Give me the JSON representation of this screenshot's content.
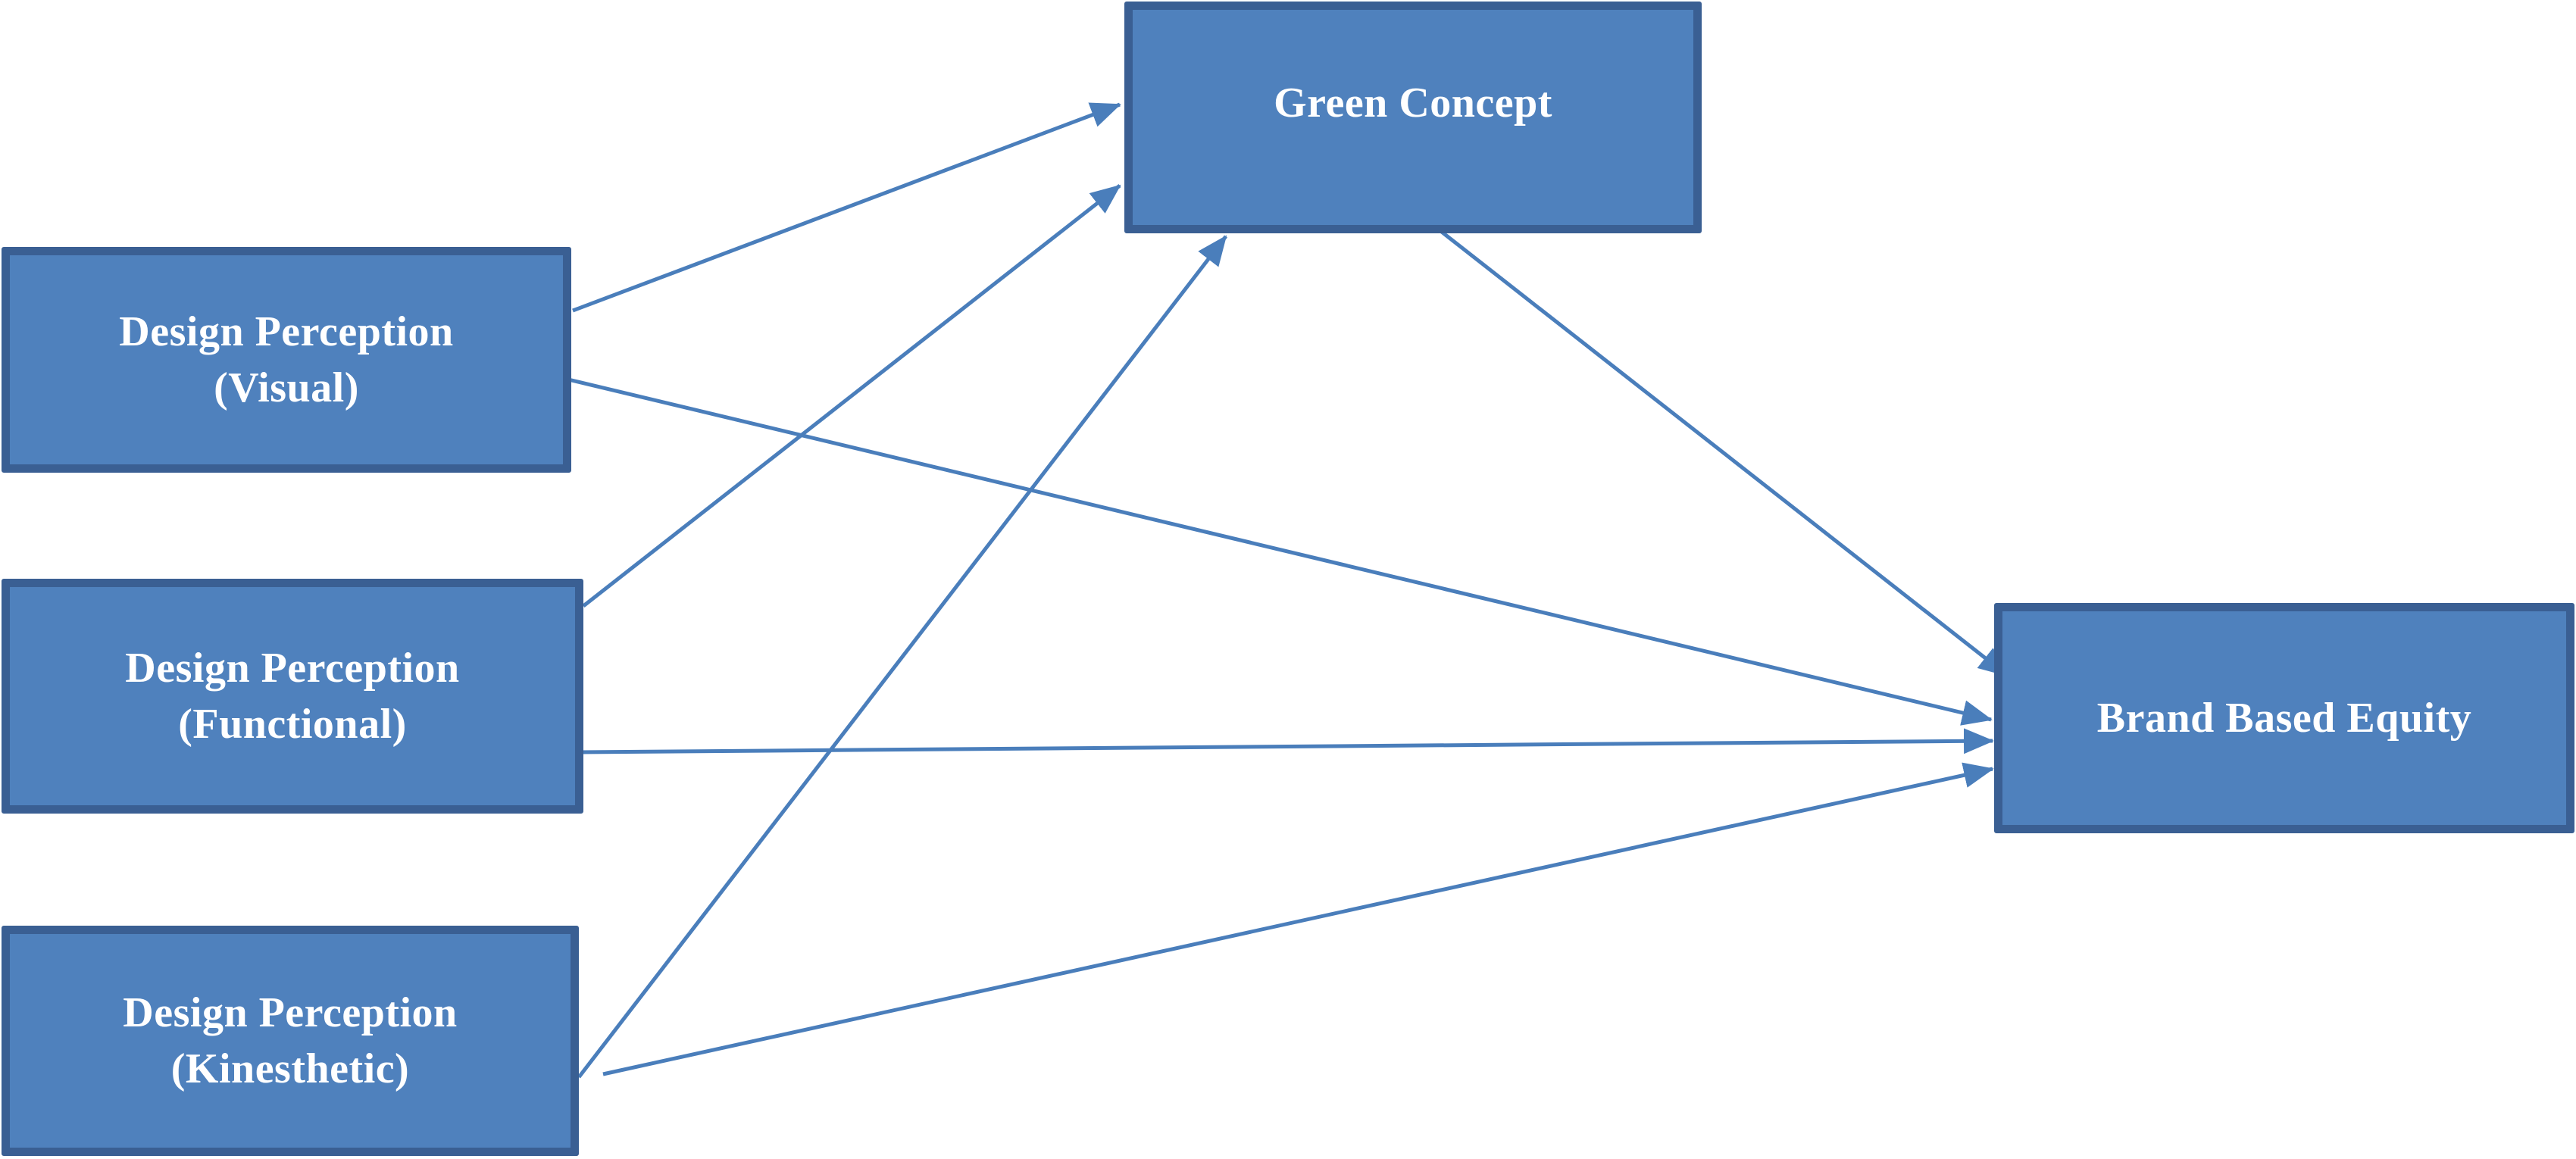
{
  "colors": {
    "box_fill": "#4f81bd",
    "box_border": "#3a5f93",
    "arrow": "#4a7ebb",
    "text": "#ffffff",
    "background": "#ffffff"
  },
  "nodes": {
    "visual": {
      "line1": "Design Perception",
      "line2": "(Visual)"
    },
    "functional": {
      "line1": "Design Perception",
      "line2": "(Functional)"
    },
    "kinesthetic": {
      "line1": "Design Perception",
      "line2": "(Kinesthetic)"
    },
    "green": {
      "label": "Green Concept"
    },
    "brand": {
      "label": "Brand Based Equity"
    }
  },
  "edges": [
    {
      "from": "visual",
      "to": "green"
    },
    {
      "from": "functional",
      "to": "green"
    },
    {
      "from": "kinesthetic",
      "to": "green"
    },
    {
      "from": "visual",
      "to": "brand"
    },
    {
      "from": "functional",
      "to": "brand"
    },
    {
      "from": "kinesthetic",
      "to": "brand"
    },
    {
      "from": "green",
      "to": "brand"
    }
  ]
}
